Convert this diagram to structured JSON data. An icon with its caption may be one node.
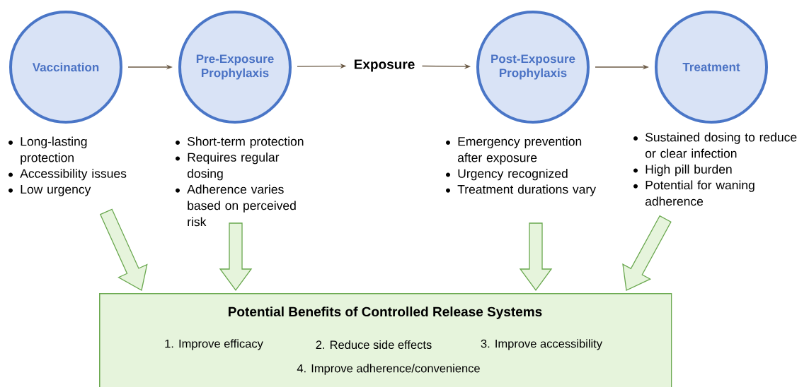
{
  "diagram": {
    "nodes": [
      {
        "text": [
          "Vaccination"
        ],
        "beside": [
          "Long-lasting protection",
          "Accessibility issues",
          "Low urgency"
        ]
      },
      {
        "text": [
          "Pre-Exposure Prophylaxis"
        ],
        "beside": [
          "Short-term protection",
          "Requires regular dosing",
          "Adherence varies based on perceived risk"
        ]
      },
      {
        "text": [
          "Exposure"
        ]
      },
      {
        "text": [
          "Post-Exposure Prophylaxis"
        ],
        "beside": [
          "Emergency prevention after exposure",
          "Urgency recognized",
          "Treatment durations vary"
        ]
      },
      {
        "text": [
          "Treatment"
        ],
        "beside": [
          "Sustained dosing to reduce or clear infection",
          "High pill burden",
          "Potential for waning adherence"
        ]
      },
      {
        "text": [
          "Potential Benefits of Controlled Release Systems",
          "1. Improve efficacy",
          "2. Reduce side effects",
          "3. Improve accessibility",
          "4. Improve adherence/convenience"
        ]
      }
    ],
    "edges": [
      {
        "from": 0,
        "to": 1,
        "arrow": "to"
      },
      {
        "from": 1,
        "to": 2,
        "arrow": "to"
      },
      {
        "from": 2,
        "to": 3,
        "arrow": "to"
      },
      {
        "from": 3,
        "to": 4,
        "arrow": "to"
      },
      {
        "from": null,
        "to": 5,
        "arrow": "to",
        "style": "thick",
        "color": "#6aa84f"
      },
      {
        "from": null,
        "to": 5,
        "arrow": "to",
        "style": "thick",
        "color": "#6aa84f"
      },
      {
        "from": null,
        "to": 5,
        "arrow": "to",
        "style": "thick",
        "color": "#6aa84f"
      },
      {
        "from": null,
        "to": 5,
        "arrow": "to",
        "style": "thick",
        "color": "#6aa84f"
      }
    ]
  }
}
